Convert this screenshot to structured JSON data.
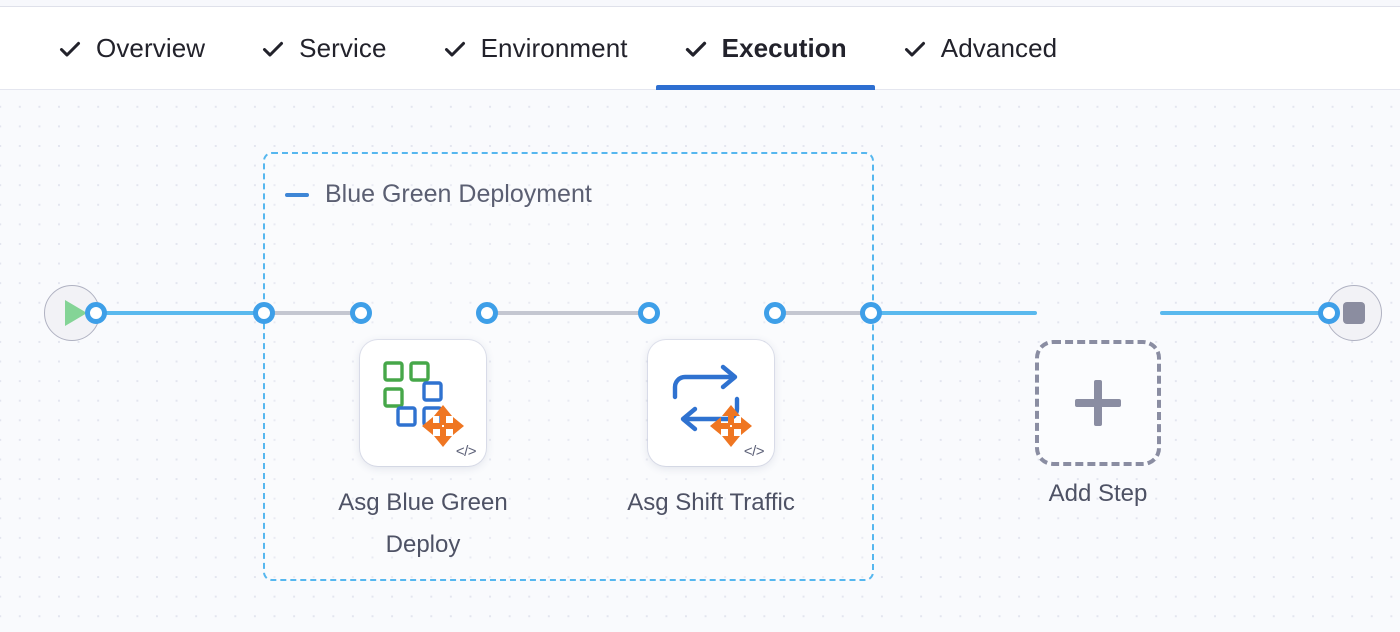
{
  "header": {
    "tabs": [
      {
        "label": "Overview",
        "icon": "check-icon",
        "active": false
      },
      {
        "label": "Service",
        "icon": "check-icon",
        "active": false
      },
      {
        "label": "Environment",
        "icon": "check-icon",
        "active": false
      },
      {
        "label": "Execution",
        "icon": "check-icon",
        "active": true
      },
      {
        "label": "Advanced",
        "icon": "check-icon",
        "active": false
      }
    ],
    "active_tab": "Execution",
    "active_underline_color": "#2e6fd1"
  },
  "canvas": {
    "background_color": "#f9fafd",
    "dot_color": "#e3e5ef",
    "start_node": {
      "icon": "play-icon",
      "color": "#84d496"
    },
    "end_node": {
      "icon": "stop-icon",
      "color": "#8b8da0"
    },
    "group": {
      "title": "Blue Green Deployment",
      "collapse_toggle": "collapse-dash-icon",
      "border_color": "#56b7ef",
      "border_style": "dashed"
    },
    "steps": [
      {
        "label": "Asg Blue Green Deploy",
        "icon": "asg-blue-green-deploy-icon",
        "badge": "</>"
      },
      {
        "label": "Asg Shift Traffic",
        "icon": "asg-shift-traffic-icon",
        "badge": "</>"
      }
    ],
    "add_step": {
      "label": "Add Step",
      "icon": "plus-icon"
    },
    "connector_colors": {
      "solid": "#5ab9ee",
      "dashed": "#b6b9c6",
      "port": "#3e9fe8"
    }
  }
}
